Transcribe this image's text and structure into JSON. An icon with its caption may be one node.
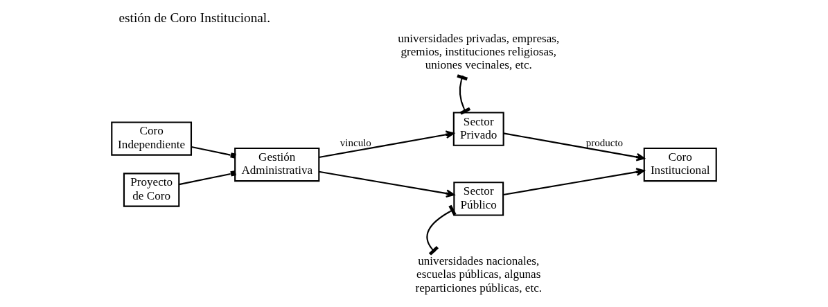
{
  "diagram": {
    "title": "estión de Coro Institucional.",
    "nodes": [
      {
        "text": [
          "Coro Independiente"
        ]
      },
      {
        "text": [
          "Proyecto de Coro"
        ]
      },
      {
        "text": [
          "Gestión Administrativa"
        ]
      },
      {
        "text": [
          "universidades privadas, empresas, gremios, instituciones religiosas, uniones vecinales, etc."
        ]
      },
      {
        "text": [
          "Sector Privado"
        ]
      },
      {
        "text": [
          "Sector Público"
        ]
      },
      {
        "text": [
          "universidades nacionales, escuelas públicas, algunas reparticiones públicas, etc."
        ]
      },
      {
        "text": [
          "Coro Institucional"
        ]
      }
    ],
    "edges": [
      {
        "from": 0,
        "to": 2,
        "arrow": "other"
      },
      {
        "from": 1,
        "to": 2,
        "arrow": "other"
      },
      {
        "from": 2,
        "to": 4,
        "arrow": "to",
        "label": "vinculo"
      },
      {
        "from": 2,
        "to": 5,
        "arrow": "to"
      },
      {
        "from": 3,
        "to": 4,
        "arrow": "other"
      },
      {
        "from": 6,
        "to": 5,
        "arrow": "other"
      },
      {
        "from": 4,
        "to": 7,
        "arrow": "to",
        "label": "producto"
      },
      {
        "from": 5,
        "to": 7,
        "arrow": "to"
      }
    ]
  }
}
